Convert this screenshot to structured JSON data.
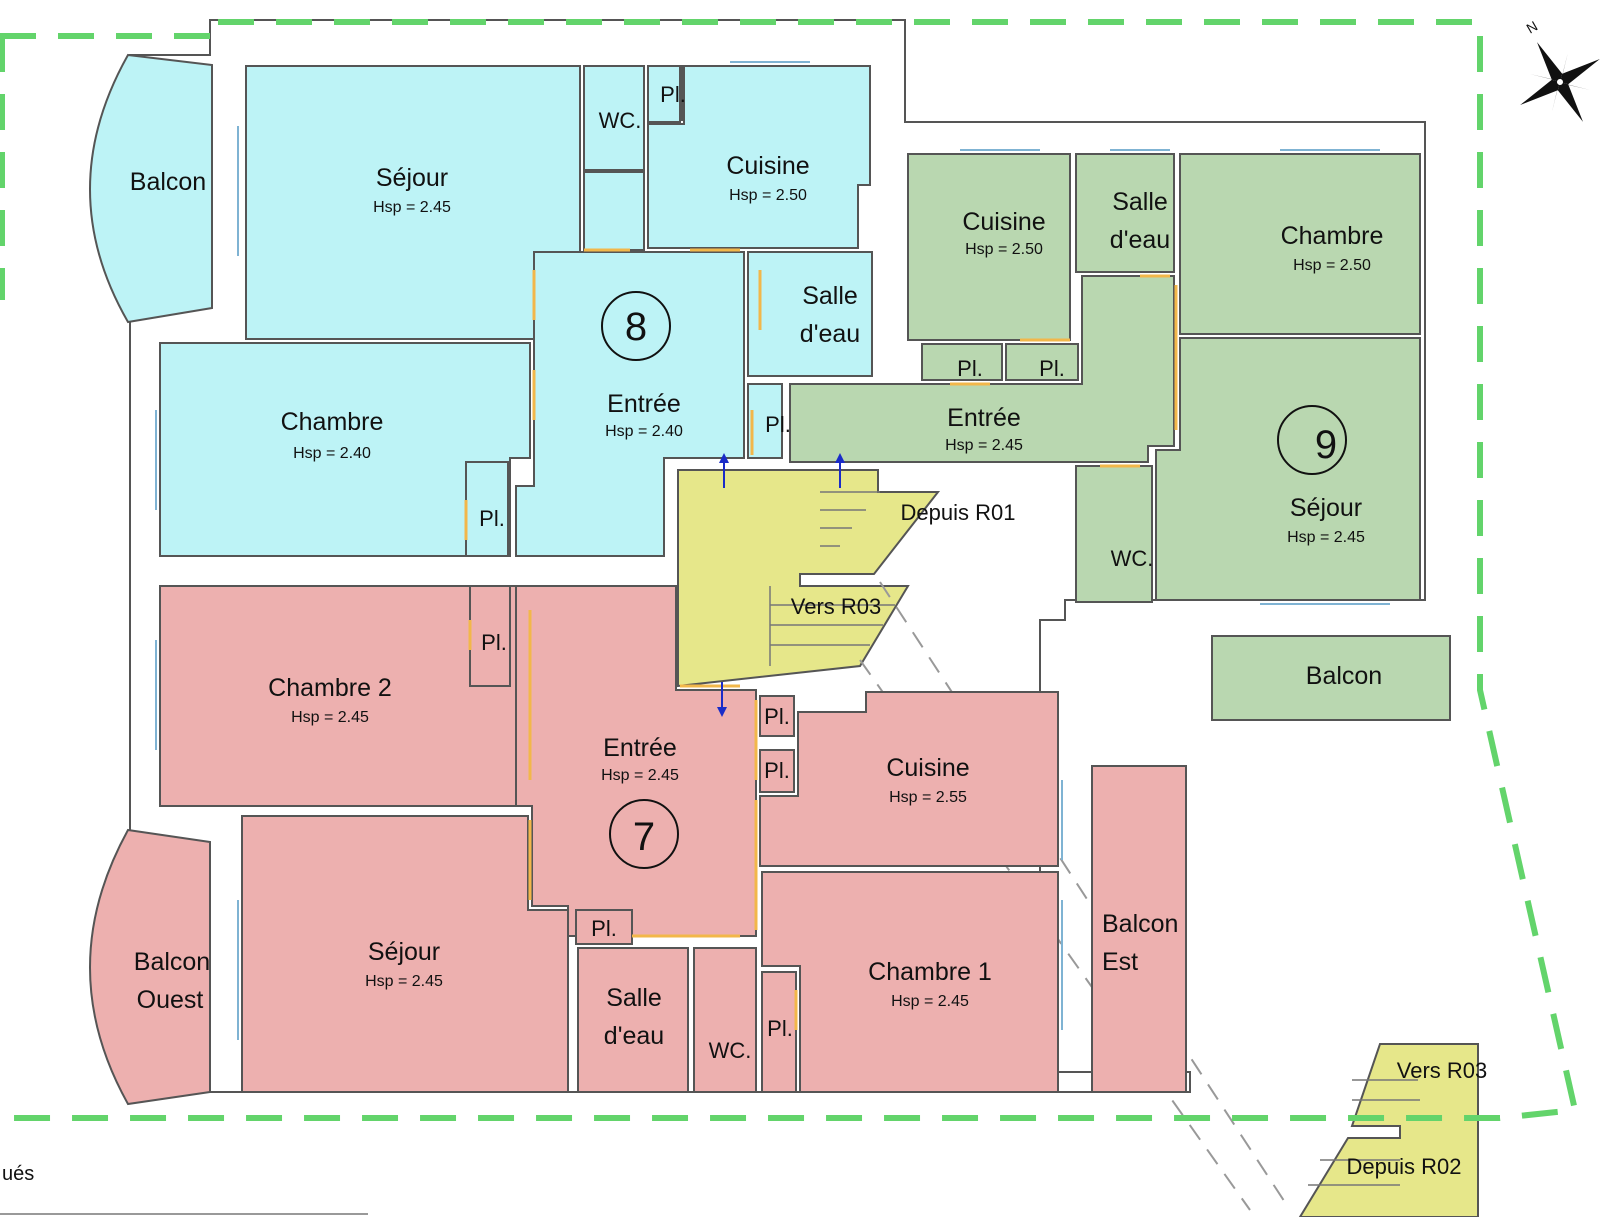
{
  "colors": {
    "apt8": "#bdf3f6",
    "apt9": "#b9d7b0",
    "apt7": "#edb0af",
    "stair": "#e6e78a",
    "boundary": "#63d46b",
    "wall": "#ffffff",
    "arrow": "#1a2cc8"
  },
  "apartments": {
    "apt8": {
      "number": "8",
      "rooms": {
        "balcon": "Balcon",
        "sejour": "Séjour",
        "sejour_hsp": "Hsp = 2.45",
        "wc": "WC.",
        "pl_top": "Pl.",
        "cuisine": "Cuisine",
        "cuisine_hsp": "Hsp = 2.50",
        "salle_eau_1": "Salle",
        "salle_eau_2": "d'eau",
        "entree": "Entrée",
        "entree_hsp": "Hsp = 2.40",
        "pl_mid": "Pl.",
        "chambre": "Chambre",
        "chambre_hsp": "Hsp = 2.40",
        "pl_bottom": "Pl."
      }
    },
    "apt9": {
      "number": "9",
      "rooms": {
        "cuisine": "Cuisine",
        "cuisine_hsp": "Hsp = 2.50",
        "salle_eau_1": "Salle",
        "salle_eau_2": "d'eau",
        "chambre": "Chambre",
        "chambre_hsp": "Hsp = 2.50",
        "pl_a": "Pl.",
        "pl_b": "Pl.",
        "entree": "Entrée",
        "entree_hsp": "Hsp = 2.45",
        "sejour": "Séjour",
        "sejour_hsp": "Hsp = 2.45",
        "wc": "WC.",
        "balcon": "Balcon"
      }
    },
    "apt7": {
      "number": "7",
      "rooms": {
        "chambre2": "Chambre 2",
        "chambre2_hsp": "Hsp = 2.45",
        "pl_top": "Pl.",
        "entree": "Entrée",
        "entree_hsp": "Hsp = 2.45",
        "pl_c1": "Pl.",
        "pl_c2": "Pl.",
        "cuisine": "Cuisine",
        "cuisine_hsp": "Hsp = 2.55",
        "sejour": "Séjour",
        "sejour_hsp": "Hsp = 2.45",
        "balcon_ouest_1": "Balcon",
        "balcon_ouest_2": "Ouest",
        "pl_sde": "Pl.",
        "salle_eau_1": "Salle",
        "salle_eau_2": "d'eau",
        "wc": "WC.",
        "pl_ch1": "Pl.",
        "chambre1": "Chambre 1",
        "chambre1_hsp": "Hsp = 2.45",
        "balcon_est_1": "Balcon",
        "balcon_est_2": "Est"
      }
    }
  },
  "stairs": {
    "depuis_r01": "Depuis R01",
    "vers_r03_main": "Vers R03",
    "vers_r03_ext": "Vers R03",
    "depuis_r02": "Depuis R02"
  },
  "footer_fragment": "ués",
  "compass_letter": "N",
  "icons": [
    "compass-rose-icon",
    "door-arrow-icon"
  ]
}
